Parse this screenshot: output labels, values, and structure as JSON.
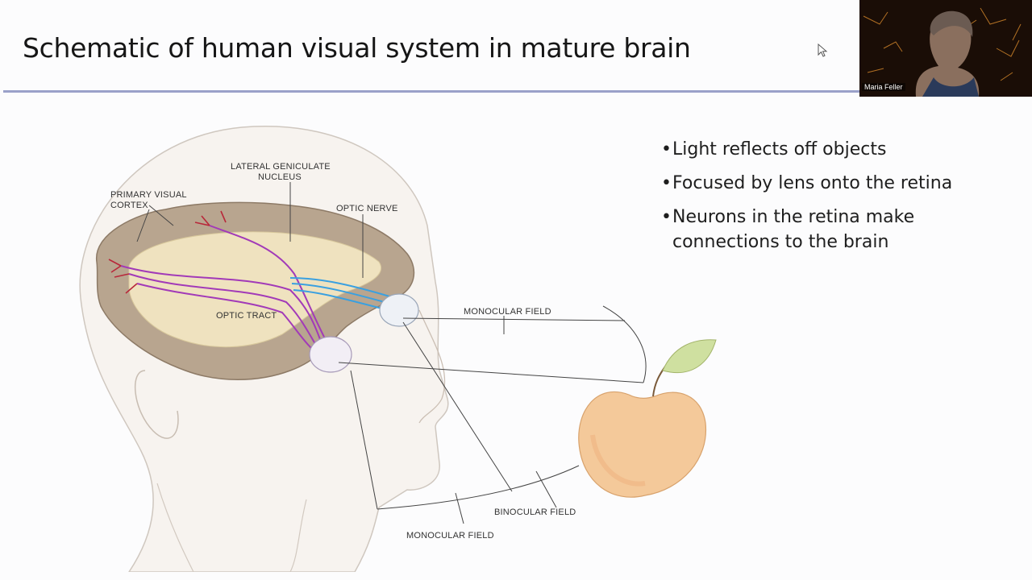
{
  "slide": {
    "title": "Schematic of human visual system in mature brain",
    "bullets": [
      {
        "mark": "•",
        "text": "Light reflects off objects"
      },
      {
        "mark": "•",
        "text": "Focused by lens onto the retina"
      },
      {
        "mark": "•",
        "text": "Neurons in the retina make connections to the brain"
      }
    ],
    "figure": {
      "labels": {
        "lgn_line1": "LATERAL GENICULATE",
        "lgn_line2": "NUCLEUS",
        "pvc_line1": "PRIMARY VISUAL",
        "pvc_line2": "CORTEX",
        "optic_nerve": "OPTIC NERVE",
        "optic_tract": "OPTIC TRACT",
        "monocular_top": "MONOCULAR FIELD",
        "binocular": "BINOCULAR FIELD",
        "monocular_bottom": "MONOCULAR FIELD"
      }
    }
  },
  "video": {
    "participant_name": "Maria Feller"
  },
  "colors": {
    "title_rule": "#9aa1c9",
    "tract_purple": "#a23ab8",
    "nerve_blue": "#3aa0e0",
    "cortex_red": "#b8283a"
  },
  "icons": [
    "cursor-arrow-icon"
  ]
}
